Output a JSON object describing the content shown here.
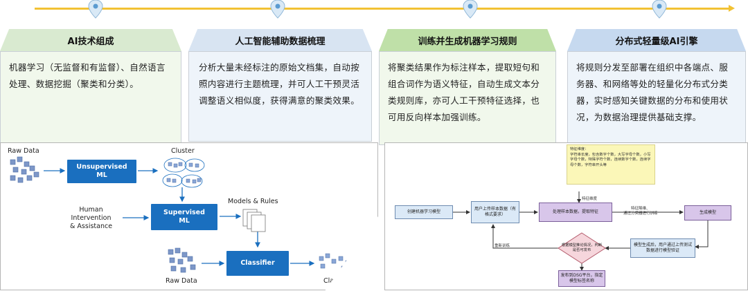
{
  "cards": [
    {
      "title": "AI技术组成",
      "body": "机器学习（无监督和有监督）、自然语言处理、数据挖掘（聚类和分类）。"
    },
    {
      "title": "人工智能辅助数据梳理",
      "body": "分析大量未经标注的原始文档集，自动按照内容进行主题梳理，并可人工干预灵活调整语义相似度，获得满意的聚类效果。"
    },
    {
      "title": "训练并生成机器学习规则",
      "body": "将聚类结果作为标注样本，提取短句和组合词作为语义特征，自动生成文本分类规则库，亦可人工干预特征选择，也可用反向样本加强训练。"
    },
    {
      "title": "分布式轻量级AI引擎",
      "body": "将规则分发至部署在组织中各端点、服务器、和网络等处的轻量化分布式分类器，实时感知关键数据的分布和使用状况，为数据治理提供基础支撑。"
    }
  ],
  "ml_diagram": {
    "raw_data_top": "Raw Data",
    "unsupervised_ml": "Unsupervised\nML",
    "cluster": "Cluster",
    "human_intervention": "Human\nIntervention\n& Assistance",
    "supervised_ml": "Supervised\nML",
    "models_rules": "Models & Rules",
    "raw_data_bottom": "Raw Data",
    "classifier": "Classifier",
    "classification": "Classification"
  },
  "flowchart": {
    "note": "特征维度：\n字符串长度，包含数字个数，大写字母个数，小写字母个数，特殊字符个数，连续数字个数，连续字母个数，字符串开头等",
    "step1": "创建机器学习模型",
    "step2": "用户上传样本数据（有格式要求）",
    "step3": "处理样本数据，提取特征",
    "step4": "生成模型",
    "label_feature_dim": "特征维度",
    "label_feature_reduce": "特征降维、\n通过分类器进行训练",
    "decision": "根据模型推论情况，判断是否可发布",
    "label_retrain": "重新训练",
    "step5": "模型生成后，用户通过上传测试数据进行模型验证",
    "step6": "发布到DSG平台，指定模型标签名称"
  },
  "colors": {
    "timeline": "#f2c233",
    "ml_box": "#1a6fbf",
    "card_green": "#d9ead0",
    "card_blue": "#d8e4f2"
  }
}
